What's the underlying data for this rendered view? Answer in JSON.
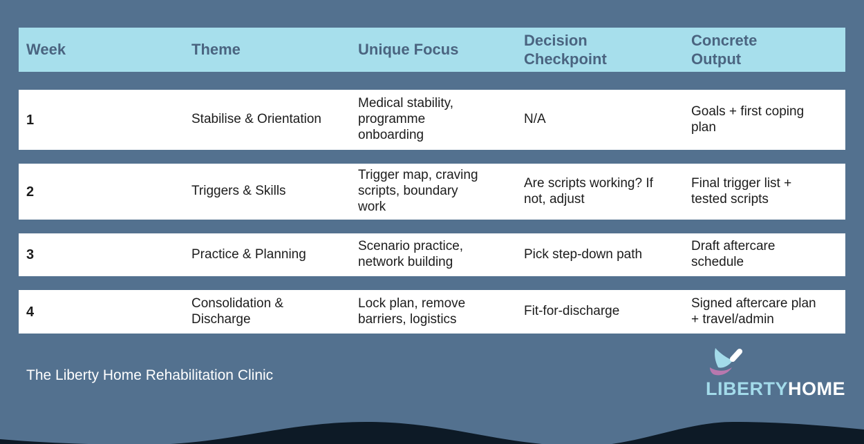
{
  "table": {
    "columns": [
      {
        "label": "Week"
      },
      {
        "label": "Theme"
      },
      {
        "label": "Unique Focus"
      },
      {
        "label": "Decision\nCheckpoint"
      },
      {
        "label": "Concrete\nOutput"
      }
    ],
    "rows": [
      {
        "week": "1",
        "theme": "Stabilise & Orientation",
        "focus": "Medical stability,\nprogramme\nonboarding",
        "checkpoint": "N/A",
        "output": "Goals + first coping\nplan"
      },
      {
        "week": "2",
        "theme": "Triggers & Skills",
        "focus": "Trigger map, craving\nscripts, boundary\nwork",
        "checkpoint": "Are scripts working? If\nnot, adjust",
        "output": "Final trigger list +\ntested scripts"
      },
      {
        "week": "3",
        "theme": "Practice & Planning",
        "focus": "Scenario practice,\nnetwork building",
        "checkpoint": "Pick step-down path",
        "output": "Draft aftercare\nschedule"
      },
      {
        "week": "4",
        "theme": "Consolidation &\nDischarge",
        "focus": "Lock plan, remove\nbarriers, logistics",
        "checkpoint": "Fit-for-discharge",
        "output": "Signed aftercare plan\n+ travel/admin"
      }
    ]
  },
  "footer": {
    "clinic_name": "The Liberty Home Rehabilitation Clinic",
    "logo": {
      "part1": "LIBERTY",
      "part2": "HOME",
      "icon": "bird-icon"
    }
  },
  "colors": {
    "background": "#53718F",
    "header_bg": "#A7DFEC",
    "header_text": "#4A6480",
    "row_bg": "#FFFFFF",
    "body_text": "#1C1C1C",
    "wave": "#0D1A26",
    "logo_liberty": "#A3DBEA",
    "logo_home": "#FFFFFF",
    "logo_accent_pink": "#B878AE",
    "footer_text": "#FFFFFF"
  }
}
